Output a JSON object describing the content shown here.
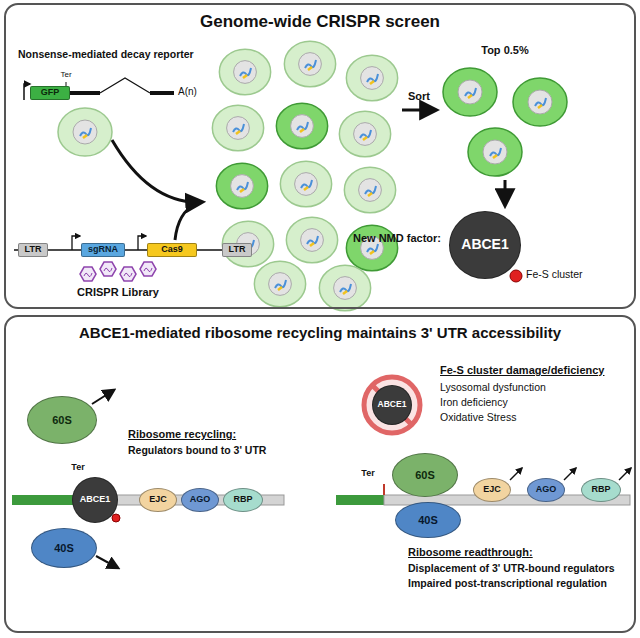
{
  "diagram": {
    "nodes": [
      {
        "text": [
          "Genome-wide CRISPR screen"
        ]
      },
      {
        "text": [
          "GFP"
        ],
        "in": 0
      },
      {
        "text": [
          "LTR"
        ],
        "in": 0
      },
      {
        "text": [
          "sgRNA"
        ],
        "in": 0
      },
      {
        "text": [
          "Cas9"
        ],
        "in": 0
      },
      {
        "text": [
          "LTR"
        ],
        "in": 0
      },
      {
        "text": [
          "ABCE1"
        ],
        "in": 0
      },
      {
        "text": [
          "ABCE1-mediated ribosome recycling maintains 3' UTR accessibility"
        ]
      },
      {
        "text": [
          "60S"
        ],
        "in": 7
      },
      {
        "text": [
          "40S"
        ],
        "in": 7
      },
      {
        "text": [
          "ABCE1"
        ],
        "in": 7
      },
      {
        "text": [
          "EJC"
        ],
        "in": 7
      },
      {
        "text": [
          "AGO"
        ],
        "in": 7
      },
      {
        "text": [
          "RBP"
        ],
        "in": 7
      },
      {
        "text": [
          "ABCE1"
        ],
        "in": 7
      },
      {
        "text": [
          "60S"
        ],
        "in": 7
      },
      {
        "text": [
          "40S"
        ],
        "in": 7
      },
      {
        "text": [
          "EJC"
        ],
        "in": 7
      },
      {
        "text": [
          "AGO"
        ],
        "in": 7
      },
      {
        "text": [
          "RBP"
        ],
        "in": 7
      }
    ],
    "labels": [
      "Nonsense-mediated decay reporter",
      "Ter",
      "A(n)",
      "CRISPR Library",
      "Sort",
      "Top 0.5%",
      "New NMD factor:",
      "Fe-S cluster",
      "Ter",
      "Ribosome recycling:",
      "Regulators bound to 3' UTR",
      "Fe-S cluster damage/deficiency",
      "Lysosomal dysfunction",
      "Iron deficiency",
      "Oxidative Stress",
      "Ter",
      "Ribosome readthrough:",
      "Displacement of 3' UTR-bound regulators",
      "Impaired post-transcriptional regulation"
    ]
  }
}
